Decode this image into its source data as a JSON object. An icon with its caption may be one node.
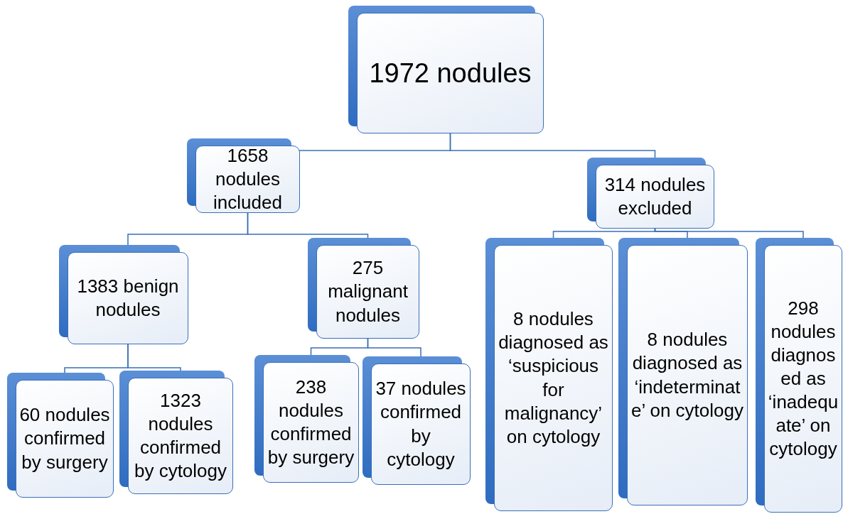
{
  "diagram": {
    "nodes": [
      {
        "text": [
          "1972 nodules"
        ]
      },
      {
        "text": [
          "1658 nodules included"
        ]
      },
      {
        "text": [
          "314 nodules excluded"
        ]
      },
      {
        "text": [
          "1383 benign nodules"
        ]
      },
      {
        "text": [
          "275 malignant nodules"
        ]
      },
      {
        "text": [
          "60 nodules confirmed by surgery"
        ]
      },
      {
        "text": [
          "1323 nodules confirmed by cytology"
        ]
      },
      {
        "text": [
          "238 nodules confirmed by surgery"
        ]
      },
      {
        "text": [
          "37 nodules confirmed by cytology"
        ]
      },
      {
        "text": [
          "8 nodules diagnosed as ‘suspicious for malignancy’ on cytology"
        ]
      },
      {
        "text": [
          "8 nodules diagnosed as ‘indeterminate’ on cytology"
        ]
      },
      {
        "text": [
          "298 nodules diagnosed as ‘inadequate’ on cytology"
        ]
      }
    ],
    "edges": [
      {
        "from": 0,
        "to": 1,
        "arrow": "none"
      },
      {
        "from": 0,
        "to": 2,
        "arrow": "none"
      },
      {
        "from": 1,
        "to": 3,
        "arrow": "none"
      },
      {
        "from": 1,
        "to": 4,
        "arrow": "none"
      },
      {
        "from": 2,
        "to": 9,
        "arrow": "none"
      },
      {
        "from": 2,
        "to": 10,
        "arrow": "none"
      },
      {
        "from": 2,
        "to": 11,
        "arrow": "none"
      },
      {
        "from": 3,
        "to": 5,
        "arrow": "none"
      },
      {
        "from": 3,
        "to": 6,
        "arrow": "none"
      },
      {
        "from": 4,
        "to": 7,
        "arrow": "none"
      },
      {
        "from": 4,
        "to": 8,
        "arrow": "none"
      }
    ]
  }
}
